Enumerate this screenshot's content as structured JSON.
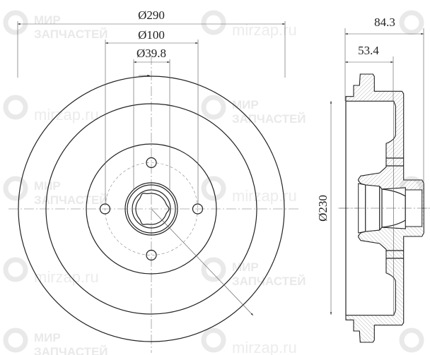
{
  "drawing": {
    "front_view": {
      "outer_diameter_label": "Ø290",
      "bolt_circle_label": "Ø100",
      "center_bore_label": "Ø39.8",
      "bolt_hole_count": 4
    },
    "side_view": {
      "overall_width_label": "84.3",
      "drum_depth_label": "53.4",
      "inner_diameter_label": "Ø230"
    }
  },
  "watermark": {
    "line1": "МИР",
    "line2": "ЗАПЧАСТЕЙ",
    "url": "mirzap.ru",
    "color": "#e9e9e9"
  },
  "colors": {
    "line": "#222222",
    "hatch": "#999999"
  }
}
